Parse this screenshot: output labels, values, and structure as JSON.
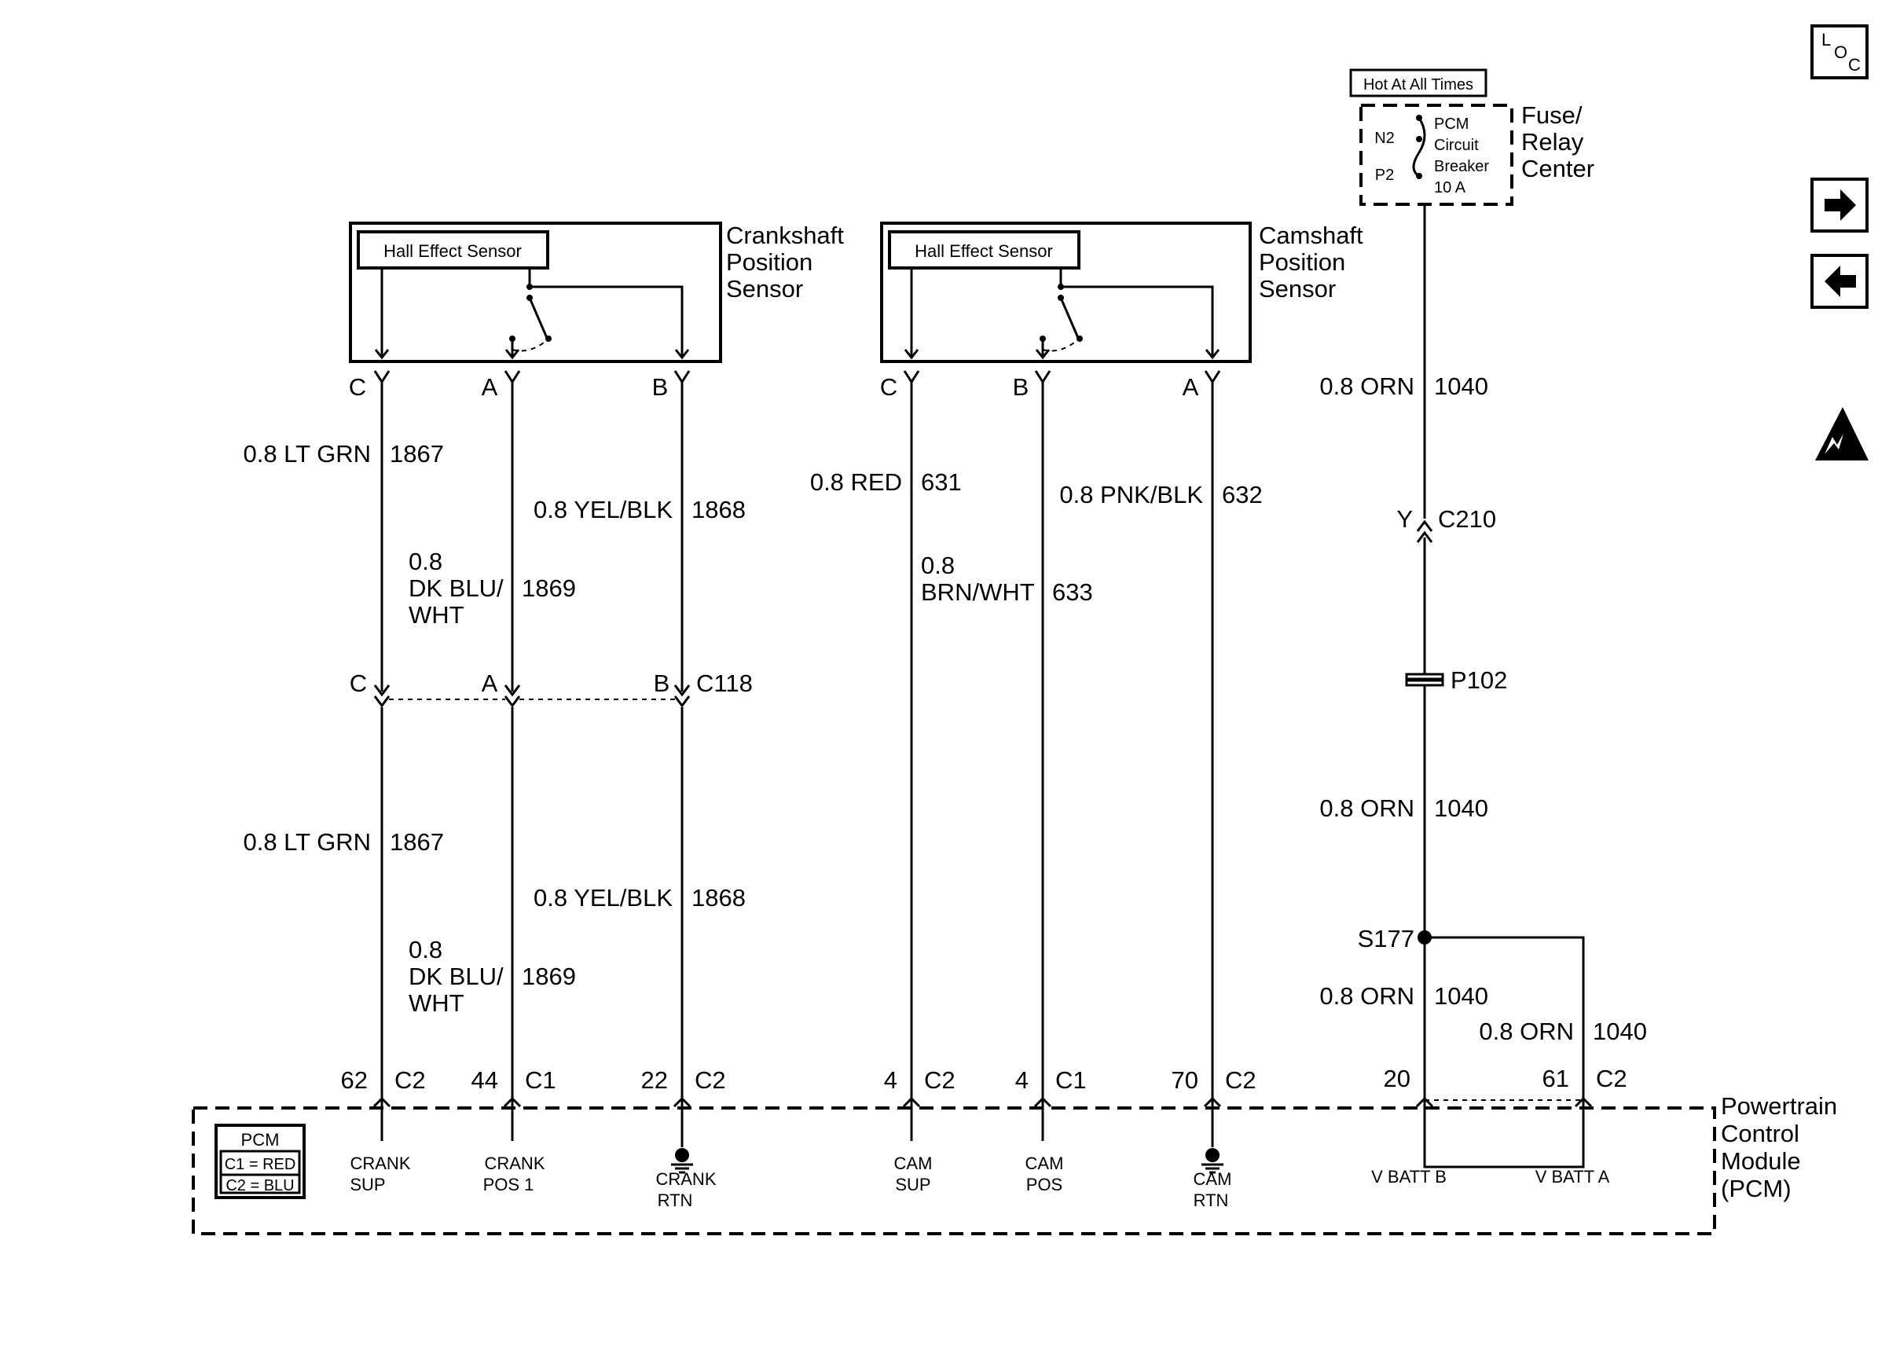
{
  "nav": {
    "loc_icon": "LOC-locator-icon",
    "next_icon": "right-arrow-icon",
    "prev_icon": "left-arrow-icon",
    "esd_icon": "esd-warning-icon"
  },
  "fuse": {
    "hot_label": "Hot At All Times",
    "pin_n2": "N2",
    "pin_p2": "P2",
    "breaker_l1": "PCM",
    "breaker_l2": "Circuit",
    "breaker_l3": "Breaker",
    "breaker_l4": "10 A",
    "center_l1": "Fuse/",
    "center_l2": "Relay",
    "center_l3": "Center"
  },
  "crank_sensor": {
    "hall": "Hall Effect Sensor",
    "name_l1": "Crankshaft",
    "name_l2": "Position",
    "name_l3": "Sensor",
    "pin_c": "C",
    "pin_a": "A",
    "pin_b": "B"
  },
  "cam_sensor": {
    "hall": "Hall Effect Sensor",
    "name_l1": "Camshaft",
    "name_l2": "Position",
    "name_l3": "Sensor",
    "pin_c": "C",
    "pin_b": "B",
    "pin_a": "A"
  },
  "wires_upper": {
    "crank_c_color": "0.8 LT GRN",
    "crank_c_circuit": "1867",
    "crank_b_color": "0.8 YEL/BLK",
    "crank_b_circuit": "1868",
    "crank_a_color_l1": "0.8",
    "crank_a_color_l2": "DK BLU/",
    "crank_a_color_l3": "WHT",
    "crank_a_circuit": "1869",
    "cam_c_color": "0.8 RED",
    "cam_c_circuit": "631",
    "cam_a_color": "0.8 PNK/BLK",
    "cam_a_circuit": "632",
    "cam_b_color_l1": "0.8",
    "cam_b_color_l2": "BRN/WHT",
    "cam_b_circuit": "633"
  },
  "c118": {
    "pin_c": "C",
    "pin_a": "A",
    "pin_b": "B",
    "name": "C118"
  },
  "wires_lower": {
    "crank_c_color": "0.8 LT GRN",
    "crank_c_circuit": "1867",
    "crank_b_color": "0.8 YEL/BLK",
    "crank_b_circuit": "1868",
    "crank_a_color_l1": "0.8",
    "crank_a_color_l2": "DK BLU/",
    "crank_a_color_l3": "WHT",
    "crank_a_circuit": "1869"
  },
  "power": {
    "wire1_color": "0.8 ORN",
    "wire1_circuit": "1040",
    "c210_pin": "Y",
    "c210_name": "C210",
    "p102": "P102",
    "wire2_color": "0.8 ORN",
    "wire2_circuit": "1040",
    "splice": "S177",
    "wire3_color": "0.8 ORN",
    "wire3_circuit": "1040",
    "wire4_color": "0.8 ORN",
    "wire4_circuit": "1040"
  },
  "pcm": {
    "pins": [
      {
        "num": "62",
        "conn": "C2",
        "l1": "CRANK",
        "l2": "SUP"
      },
      {
        "num": "44",
        "conn": "C1",
        "l1": "CRANK",
        "l2": "POS 1"
      },
      {
        "num": "22",
        "conn": "C2",
        "l1": "CRANK",
        "l2": "RTN"
      },
      {
        "num": "4",
        "conn": "C2",
        "l1": "CAM",
        "l2": "SUP"
      },
      {
        "num": "4",
        "conn": "C1",
        "l1": "CAM",
        "l2": "POS"
      },
      {
        "num": "70",
        "conn": "C2",
        "l1": "CAM",
        "l2": "RTN"
      },
      {
        "num": "20",
        "conn": "",
        "l1": "V BATT B",
        "l2": ""
      },
      {
        "num": "61",
        "conn": "C2",
        "l1": "V BATT A",
        "l2": ""
      }
    ],
    "legend_title": "PCM",
    "legend_c1": "C1 = RED",
    "legend_c2": "C2 = BLU",
    "name_l1": "Powertrain",
    "name_l2": "Control",
    "name_l3": "Module",
    "name_l4": "(PCM)"
  }
}
